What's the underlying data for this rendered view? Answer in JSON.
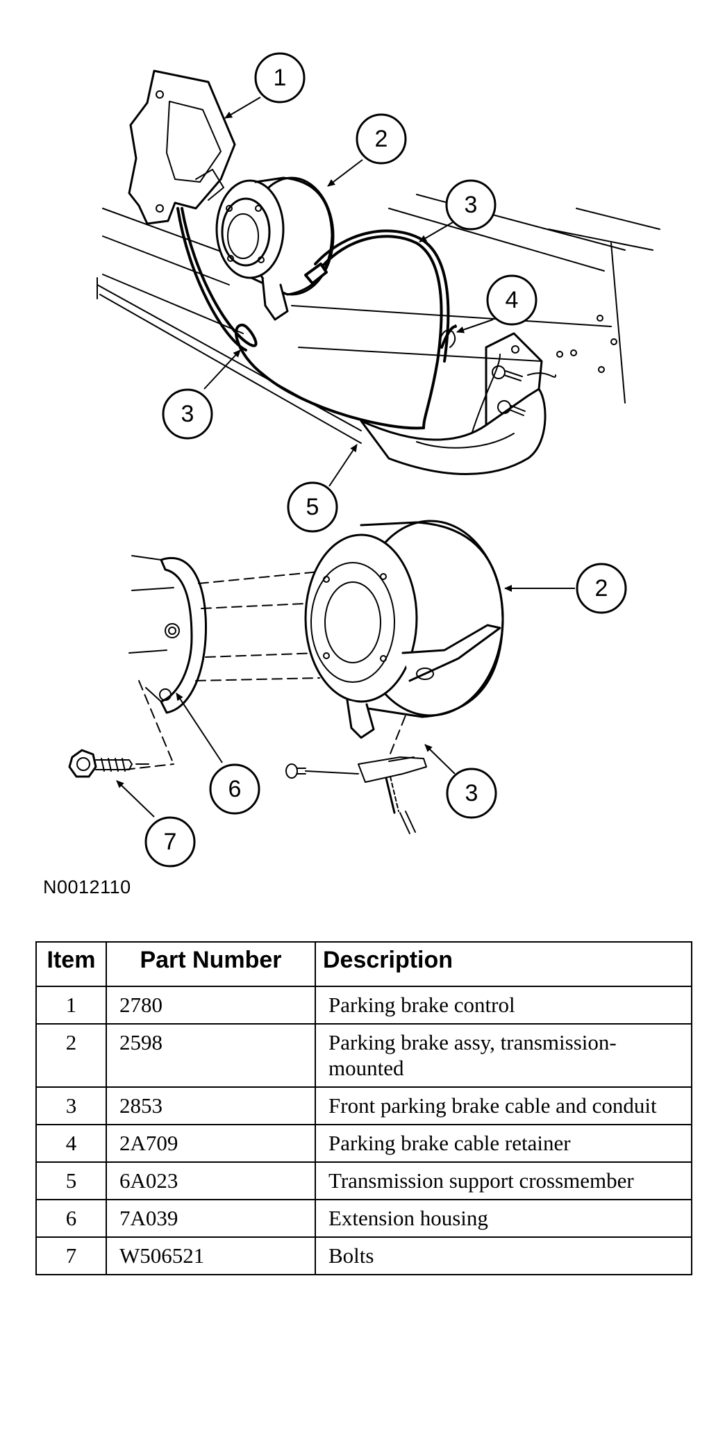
{
  "figure_code": "N0012110",
  "callouts": {
    "c1": "1",
    "c2a": "2",
    "c3a": "3",
    "c4": "4",
    "c3b": "3",
    "c5": "5",
    "c2b": "2",
    "c6": "6",
    "c3c": "3",
    "c7": "7"
  },
  "table": {
    "headers": {
      "item": "Item",
      "part_number": "Part Number",
      "description": "Description"
    },
    "rows": [
      {
        "item": "1",
        "part_number": "2780",
        "description": "Parking brake control"
      },
      {
        "item": "2",
        "part_number": "2598",
        "description": "Parking brake assy, transmission-mounted"
      },
      {
        "item": "3",
        "part_number": "2853",
        "description": "Front parking brake cable and conduit"
      },
      {
        "item": "4",
        "part_number": "2A709",
        "description": "Parking brake cable retainer"
      },
      {
        "item": "5",
        "part_number": "6A023",
        "description": "Transmission support crossmember"
      },
      {
        "item": "6",
        "part_number": "7A039",
        "description": "Extension housing"
      },
      {
        "item": "7",
        "part_number": "W506521",
        "description": "Bolts"
      }
    ]
  }
}
